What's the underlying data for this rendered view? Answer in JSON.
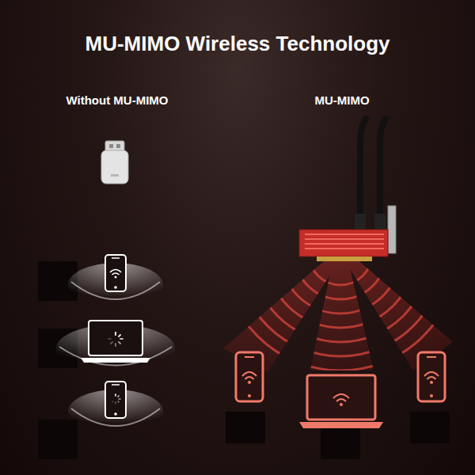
{
  "diagram": {
    "title": "MU-MIMO Wireless Technology",
    "labels": [
      "Without MU-MIMO",
      "MU-MIMO"
    ]
  }
}
